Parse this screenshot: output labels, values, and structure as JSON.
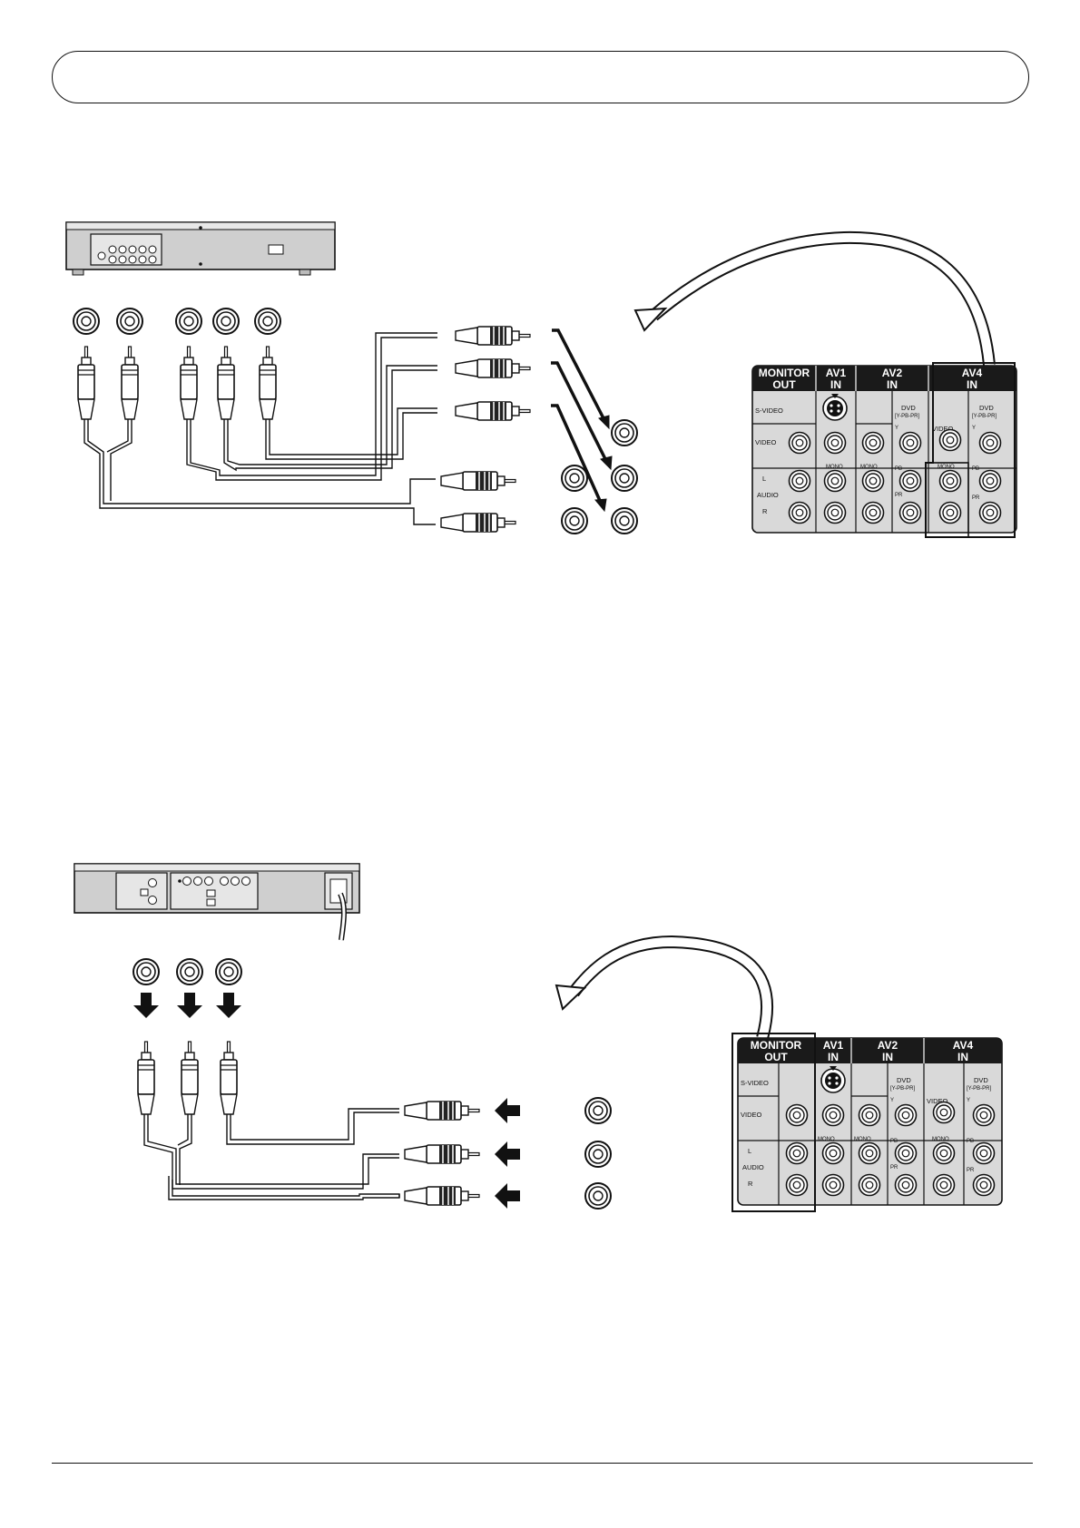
{
  "panels": [
    {
      "headers": {
        "monitor_out_1": "MONITOR",
        "monitor_out_2": "OUT",
        "av1_1": "AV1",
        "av1_2": "IN",
        "av2_1": "AV2",
        "av2_2": "IN",
        "av4_1": "AV4",
        "av4_2": "IN"
      },
      "labels": {
        "svideo": "S-VIDEO",
        "video": "VIDEO",
        "l": "L",
        "audio": "AUDIO",
        "r": "R",
        "mono_av1": "MONO",
        "mono_av2": "MONO",
        "mono_av4": "MONO",
        "dvd_av2": "DVD",
        "dvd_sub_av2": "[Y-PB-PR]",
        "dvd_av4": "DVD",
        "dvd_sub_av4": "[Y-PB-PR]",
        "y_av2": "Y",
        "pb_av2": "PB",
        "pr_av2": "PR",
        "y_av4": "Y",
        "pb_av4": "PB",
        "pr_av4": "PR",
        "video_av4": "VIDEO"
      },
      "highlight": "av4",
      "icons": [
        "svideo-jack-icon",
        "rca-jack-icon",
        "curved-arrow-icon"
      ]
    },
    {
      "headers": {
        "monitor_out_1": "MONITOR",
        "monitor_out_2": "OUT",
        "av1_1": "AV1",
        "av1_2": "IN",
        "av2_1": "AV2",
        "av2_2": "IN",
        "av4_1": "AV4",
        "av4_2": "IN"
      },
      "labels": {
        "svideo": "S-VIDEO",
        "video": "VIDEO",
        "l": "L",
        "audio": "AUDIO",
        "r": "R",
        "mono_av1": "MONO",
        "mono_av2": "MONO",
        "mono_av4": "MONO",
        "dvd_av2": "DVD",
        "dvd_sub_av2": "[Y-PB-PR]",
        "dvd_av4": "DVD",
        "dvd_sub_av4": "[Y-PB-PR]",
        "y_av2": "Y",
        "pb_av2": "PB",
        "pr_av2": "PR",
        "y_av4": "Y",
        "pb_av4": "PB",
        "pr_av4": "PR",
        "video_av4": "VIDEO"
      },
      "highlight": "monitor_out",
      "icons": [
        "svideo-jack-icon",
        "rca-jack-icon",
        "curved-arrow-icon",
        "down-arrow-icon",
        "left-arrow-icon"
      ]
    }
  ],
  "colors": {
    "ink": "#111111",
    "panel": "#d9d9d9",
    "header": "#1a1a1a",
    "device": "#cfcfcf"
  }
}
